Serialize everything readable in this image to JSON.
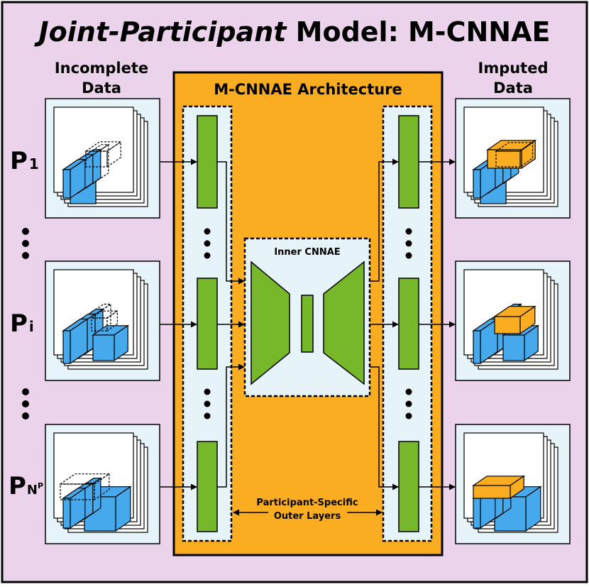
{
  "title": {
    "italic": "Joint-Participant",
    "rest": " Model: M-CNNAE"
  },
  "left_header": {
    "line1": "Incomplete",
    "line2": "Data"
  },
  "right_header": {
    "line1": "Imputed",
    "line2": "Data"
  },
  "architecture_title": "M-CNNAE Architecture",
  "inner_label": "Inner CNNAE",
  "outer_label": {
    "line1": "Participant-Specific",
    "line2": "Outer Layers"
  },
  "participants": [
    {
      "base": "P",
      "sub": "1"
    },
    {
      "base": "P",
      "sub": "i"
    },
    {
      "base": "P",
      "sub": "N",
      "sup": "P"
    }
  ],
  "colors": {
    "background": "#ecd3ec",
    "architecture": "#fbad21",
    "panel": "#e6f4fa",
    "layer": "#76b82a",
    "cube": "#45a9ec",
    "imputed": "#fbad21"
  }
}
